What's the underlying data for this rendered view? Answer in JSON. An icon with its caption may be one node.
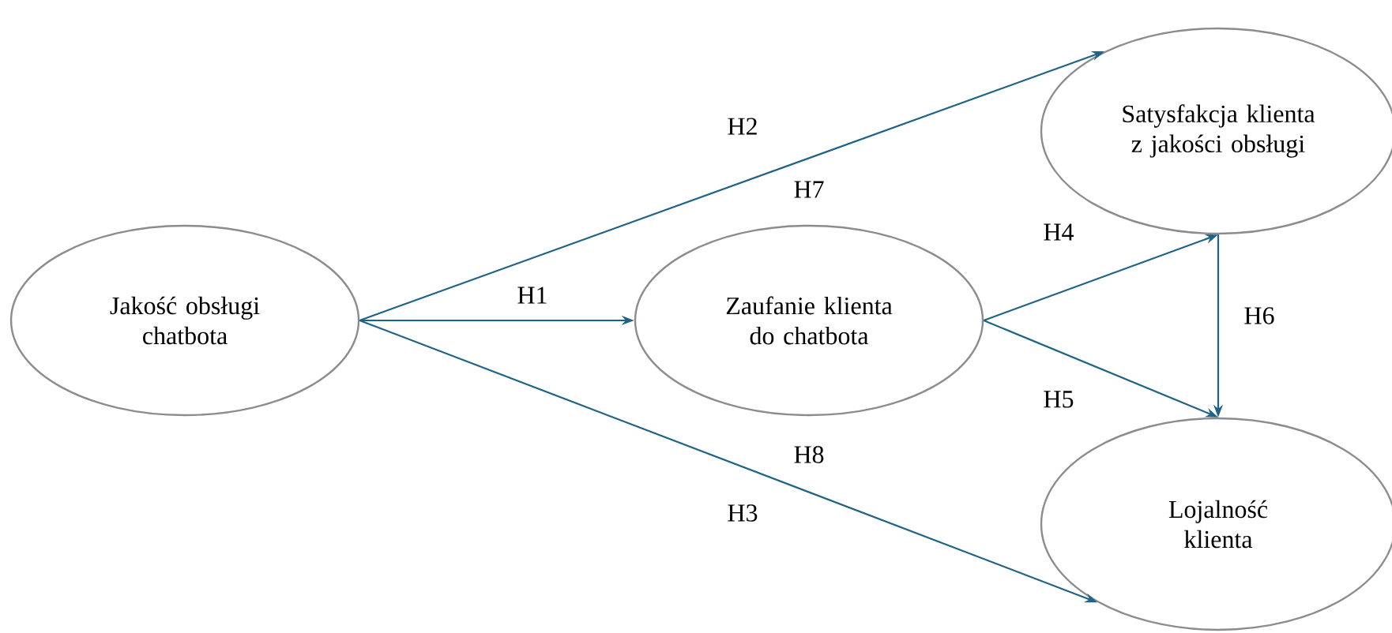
{
  "diagram": {
    "nodes": [
      {
        "text": [
          "Jakość obsługi chatbota"
        ]
      },
      {
        "text": [
          "Zaufanie klienta do chatbota"
        ]
      },
      {
        "text": [
          "Satysfakcja klienta z jakości obsługi"
        ]
      },
      {
        "text": [
          "Lojalność klienta"
        ]
      }
    ],
    "edges": [
      {
        "from": 0,
        "to": 1,
        "arrow": "to",
        "label": "H1"
      },
      {
        "from": 0,
        "to": 2,
        "arrow": "to",
        "label": "H2"
      },
      {
        "from": 0,
        "to": 3,
        "arrow": "to",
        "label": "H3"
      },
      {
        "from": 1,
        "to": 2,
        "arrow": "to",
        "label": "H4"
      },
      {
        "from": 1,
        "to": 3,
        "arrow": "to",
        "label": "H5"
      },
      {
        "from": 2,
        "to": 3,
        "arrow": "to",
        "label": "H6"
      }
    ],
    "labels": [
      "H7",
      "H8"
    ]
  }
}
